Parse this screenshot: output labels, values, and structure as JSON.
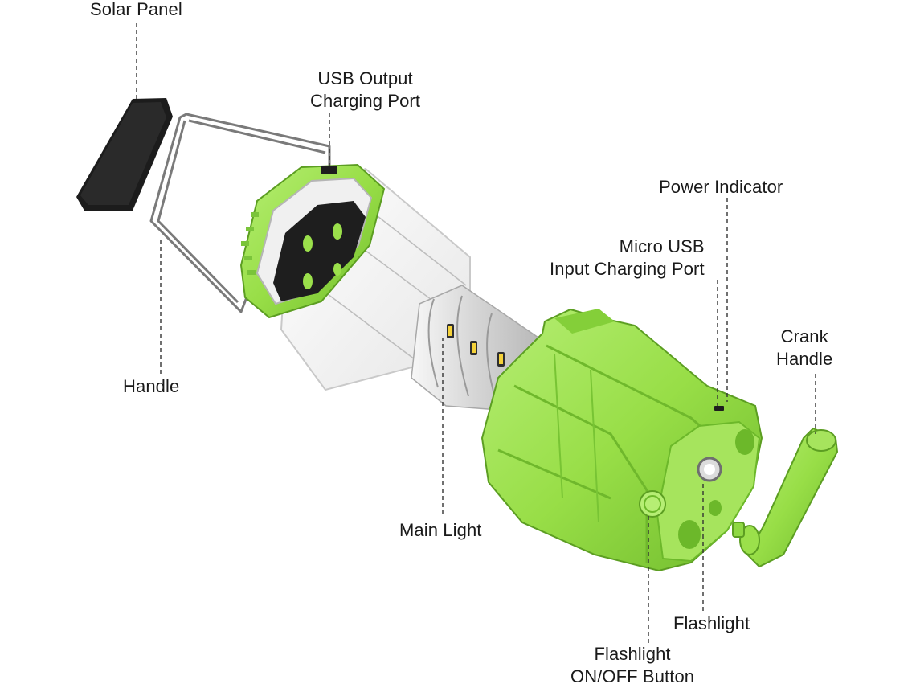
{
  "diagram": {
    "colors": {
      "body_green": "#9be04b",
      "body_green_dark": "#6cb82a",
      "body_green_light": "#b8ef78",
      "panel_black": "#1e1e1e",
      "wire_gray": "#8a8a8a",
      "clear_plastic": "#f3f3f3",
      "leader_line": "#333333"
    },
    "labels": {
      "solar_panel": "Solar Panel",
      "usb_output_line1": "USB Output",
      "usb_output_line2": "Charging Port",
      "handle": "Handle",
      "power_indicator": "Power Indicator",
      "micro_usb_line1": "Micro USB",
      "micro_usb_line2": "Input Charging Port",
      "crank_handle_line1": "Crank",
      "crank_handle_line2": "Handle",
      "main_light": "Main Light",
      "flashlight": "Flashlight",
      "flashlight_button_line1": "Flashlight",
      "flashlight_button_line2": "ON/OFF Button"
    }
  }
}
